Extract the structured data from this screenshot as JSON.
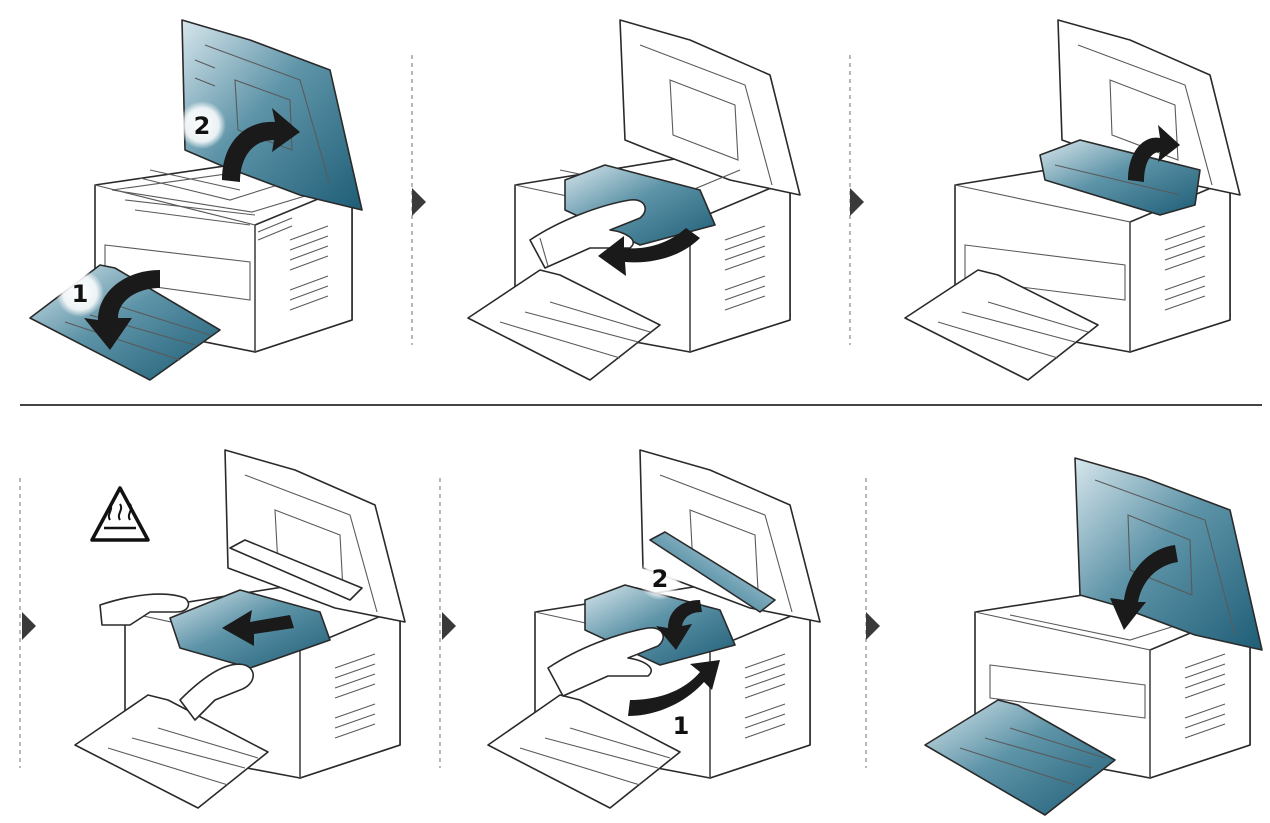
{
  "figure": {
    "accent_color": "#2f6f86",
    "steps": [
      {
        "callouts": [
          "1",
          "2"
        ]
      },
      {
        "callouts": []
      },
      {
        "callouts": []
      },
      {
        "callouts": [],
        "warning_icon": "hot-surface-icon"
      },
      {
        "callouts": [
          "2",
          "1"
        ]
      },
      {
        "callouts": []
      }
    ]
  }
}
